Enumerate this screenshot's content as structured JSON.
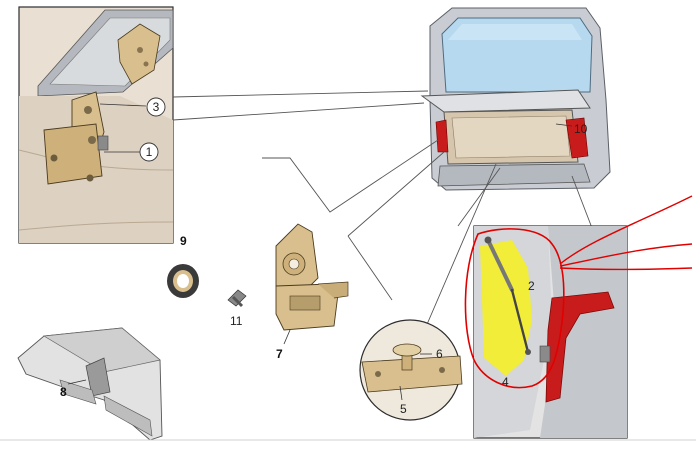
{
  "callouts": {
    "c1": "1",
    "c2": "2",
    "c3": "3",
    "c4": "4",
    "c5": "5",
    "c6": "6",
    "c7": "7",
    "c8": "8",
    "c9": "9",
    "c10": "10",
    "c11": "11"
  },
  "colors": {
    "panel_line": "#3a3a3a",
    "vehicle_body": "#c9cdd3",
    "glass": "#b7d9ef",
    "interior_trim": "#d6c6ad",
    "part_brass": "#d8bf8d",
    "annotation_red": "#e00000",
    "highlight_yellow": "#f3ef2a",
    "tail_light_red": "#c81c1c"
  },
  "icons": {
    "hinge": "hinge-assembly-icon",
    "gas_strut": "gas-strut-icon",
    "striker": "striker-pin-icon",
    "latch": "latch-bracket-icon",
    "seal_ring": "seal-ring-icon",
    "bumper_stop": "bumper-stop-icon",
    "vehicle": "van-rear-icon"
  }
}
